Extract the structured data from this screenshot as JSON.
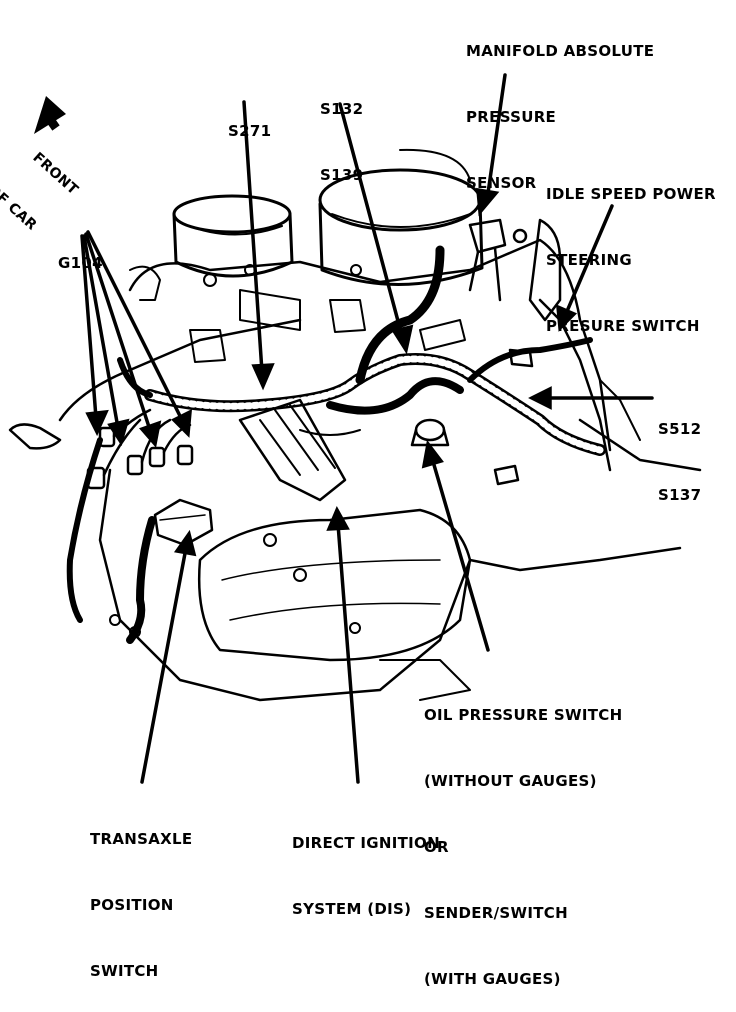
{
  "diagram": {
    "labels": {
      "map_sensor": [
        "MANIFOLD ABSOLUTE",
        "PRESSURE",
        "SENSOR"
      ],
      "s271": [
        "S271"
      ],
      "s132_s139": [
        "S132",
        "S139"
      ],
      "front_of_car": [
        "FRONT",
        "OF CAR"
      ],
      "idle_speed_switch": [
        "IDLE SPEED POWER",
        "STEERING",
        "PRESURE SWITCH"
      ],
      "g104": [
        "G104"
      ],
      "s512_s137": [
        "S512",
        "S137"
      ],
      "oil_pressure_switch": [
        "OIL PRESSURE SWITCH",
        "(WITHOUT GAUGES)",
        "OR",
        "SENDER/SWITCH",
        "(WITH GAUGES)"
      ],
      "transaxle_switch": [
        "TRANSAXLE",
        "POSITION",
        "SWITCH"
      ],
      "dis": [
        "DIRECT IGNITION",
        "SYSTEM (DIS)"
      ]
    },
    "colors": {
      "ink": "#000000",
      "paper": "#ffffff"
    }
  }
}
